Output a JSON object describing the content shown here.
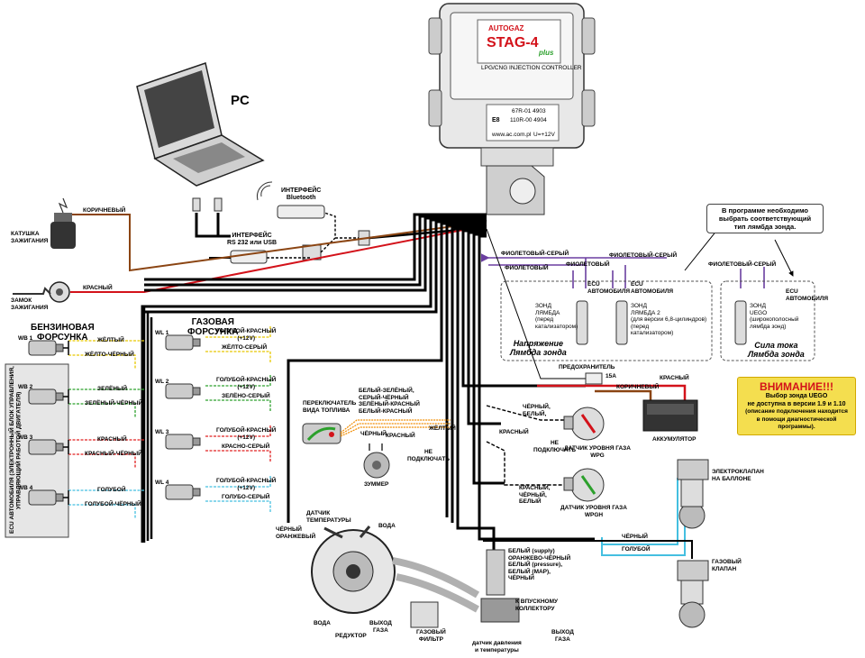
{
  "controller": {
    "brand": "AUTOGAZ",
    "model": "STAG-4",
    "model_suffix": "plus",
    "subtitle": "LPG/CNG INJECTION CONTROLLER",
    "mark": "E8",
    "cert1": "67R-01 4903",
    "cert2": "110R-00 4904",
    "website": "www.ac.com.pl",
    "voltage": "U=+12V"
  },
  "pc": {
    "label": "PC"
  },
  "interfaces": {
    "bluetooth": "ИНТЕРФЕЙС\nBluetooth",
    "rs232": "ИНТЕРФЕЙС\nRS 232 или USB"
  },
  "ignition": {
    "coil": "КАТУШКА\nЗАЖИГАНИЯ",
    "coil_wire": "КОРИЧНЕВЫЙ",
    "lock": "ЗАМОК\nЗАЖИГАНИЯ",
    "lock_wire": "КРАСНЫЙ"
  },
  "petrol": {
    "title": "БЕНЗИНОВАЯ\nФОРСУНКА",
    "ecu_label": "ECU АВТОМОБИЛЯ (ЭЛЕКТРОННЫЙ БЛОК УПРАВЛЕНИЯ,\nУПРАВЛЯЮЩИЙ РАБОТОЙ ДВИГАТЕЛЯ)",
    "injectors": [
      {
        "id": "WB 1",
        "wire1": "ЖЁЛТЫЙ",
        "wire2": "ЖЁЛТО-ЧЁРНЫЙ",
        "color": "#e8c800"
      },
      {
        "id": "WB 2",
        "wire1": "ЗЕЛЁНЫЙ",
        "wire2": "ЗЕЛЁНЫЙ-ЧЁРНЫЙ",
        "color": "#2ca02c"
      },
      {
        "id": "WB 3",
        "wire1": "КРАСНЫЙ",
        "wire2": "КРАСНЫЙ-ЧЁРНЫЙ",
        "color": "#e02020"
      },
      {
        "id": "WB 4",
        "wire1": "ГОЛУБОЙ",
        "wire2": "ГОЛУБОЙ-ЧЁРНЫЙ",
        "color": "#44bfe0"
      }
    ]
  },
  "gas": {
    "title": "ГАЗОВАЯ\nФОРСУНКА",
    "injectors": [
      {
        "id": "WL 1",
        "wire1": "ГОЛУБОЙ-КРАСНЫЙ\n(+12V)",
        "wire2": "ЖЁЛТО-СЕРЫЙ"
      },
      {
        "id": "WL 2",
        "wire1": "ГОЛУБОЙ-КРАСНЫЙ\n(+12V)",
        "wire2": "ЗЕЛЁНО-СЕРЫЙ"
      },
      {
        "id": "WL 3",
        "wire1": "ГОЛУБОЙ-КРАСНЫЙ\n(+12V)",
        "wire2": "КРАСНО-СЕРЫЙ"
      },
      {
        "id": "WL 4",
        "wire1": "ГОЛУБОЙ-КРАСНЫЙ\n(+12V)",
        "wire2": "ГОЛУБО-СЕРЫЙ"
      }
    ]
  },
  "switch": {
    "label": "ПЕРЕКЛЮЧАТЕЛЬ\nВИДА ТОПЛИВА",
    "wires": "БЕЛЫЙ-ЗЕЛЁНЫЙ,\nСЕРЫЙ-ЧЁРНЫЙ\nЗЕЛЁНЫЙ-КРАСНЫЙ\nБЕЛЫЙ-КРАСНЫЙ",
    "black": "ЧЁРНЫЙ",
    "red": "КРАСНЫЙ",
    "yellow": "ЖЁЛТЫЙ",
    "nc": "НЕ\nПОДКЛЮЧАТЬ",
    "buzzer": "ЗУММЕР"
  },
  "lambda": {
    "violet_grey": "ФИОЛЕТОВЫЙ-СЕРЫЙ",
    "violet": "ФИОЛЕТОВЫЙ",
    "ecu": "ECU\nАВТОМОБИЛЯ",
    "probe1": "ЗОНД\nЛЯМБДА\n(перед\nкатализатором)",
    "probe2": "ЗОНД\nЛЯМБДА 2\n(для версии 6,8-цилиндров)\n(перед\nкатализатором)",
    "probe3": "ЗОНД\nUEGO\n(широкополосный\nлямбда зонд)",
    "voltage_title": "Напряжение\nЛямбда зонда",
    "current_title": "Сила тока\nЛямбда зонда",
    "note": "В программе необходимо\nвыбрать соответствующий\nтип лямбда зонда."
  },
  "warning": {
    "title": "ВНИМАНИЕ!!!",
    "line1": "Выбор зонда UEGO",
    "line2": "не доступна в версии 1.9 и 1.10",
    "line3": "(описание подключения находится\nв помощи диагностической\nпрограммы)."
  },
  "power": {
    "fuse": "ПРЕДОХРАНИТЕЛЬ",
    "fuse_rating": "15A",
    "red": "КРАСНЫЙ",
    "brown": "КОРИЧНЕВЫЙ",
    "battery": "АККУМУЛЯТОР"
  },
  "level": {
    "wires1": "ЧЁРНЫЙ,\nБЕЛЫЙ,",
    "red1": "КРАСНЫЙ",
    "nc": "НЕ\nПОДКЛЮЧАТЬ",
    "sensor1": "ДАТЧИК УРОВНЯ ГАЗА\nWPG",
    "wires2": "КРАСНЫЙ,\nЧЁРНЫЙ,\nБЕЛЫЙ",
    "sensor2": "ДАТЧИК УРОВНЯ ГАЗА\nWPGH"
  },
  "valves": {
    "tank": "ЭЛЕКТРОКЛАПАН\nНА БАЛЛОНЕ",
    "gas": "ГАЗОВЫЙ\nКЛАПАН",
    "black": "ЧЁРНЫЙ",
    "blue": "ГОЛУБОЙ"
  },
  "reducer": {
    "temp_sensor": "ДАТЧИК\nТЕМПЕРАТУРЫ",
    "temp_wires": "ЧЁРНЫЙ\nОРАНЖЕВЫЙ",
    "water_top": "ВОДА",
    "water_bottom": "ВОДА",
    "label": "РЕДУКТОР",
    "gas_out": "ВЫХОД\nГАЗА",
    "filter": "ГАЗОВЫЙ\nФИЛЬТР",
    "map_wires": "БЕЛЫЙ (supply)\nОРАНЖЕВО-ЧЁРНЫЙ\nБЕЛЫЙ (pressure),\nБЕЛЫЙ (MAP),\nЧЁРНЫЙ",
    "manifold": "К ВПУСКНОМУ\nКОЛЛЕКТОРУ",
    "map_sensor": "датчик давления\nи температуры",
    "gas_out2": "ВЫХОД\nГАЗА"
  },
  "colors": {
    "violet": "#6b3fa0",
    "blue": "#44bfe0",
    "red": "#d3121a",
    "brown": "#8b4513",
    "warning_bg": "#f4de4f"
  }
}
